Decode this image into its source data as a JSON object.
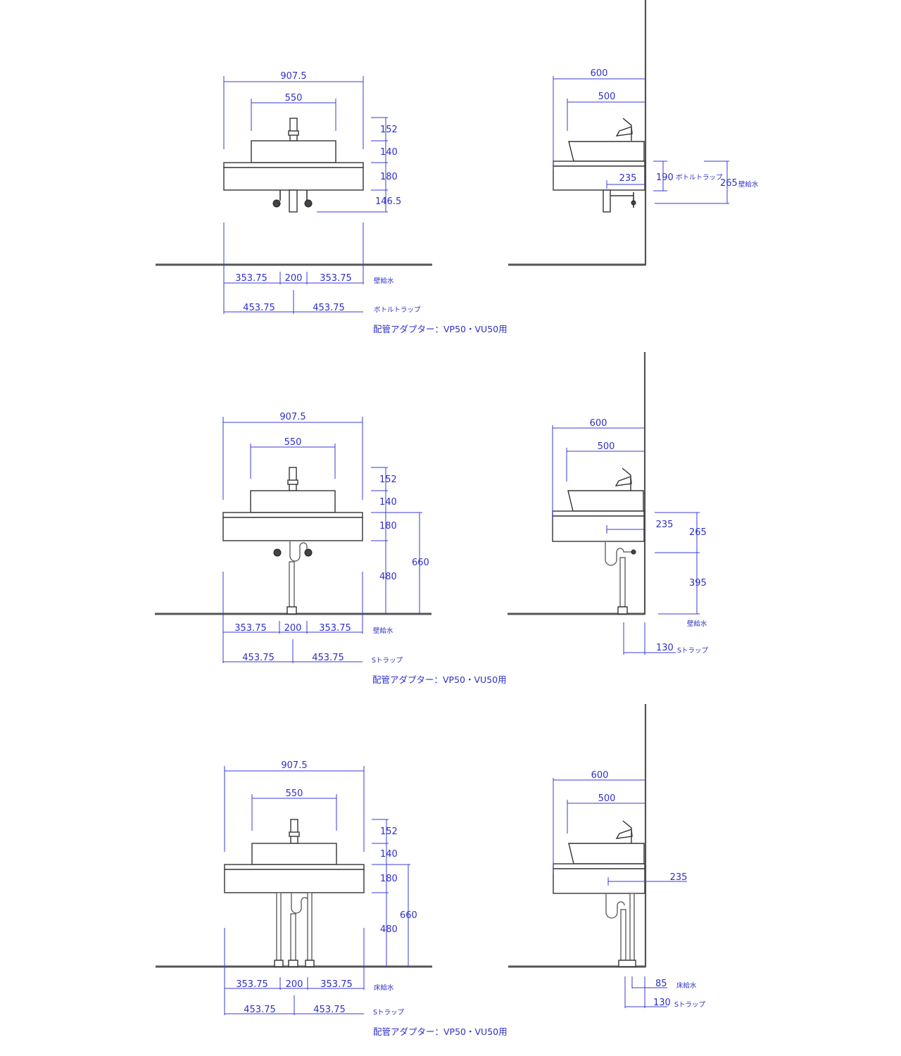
{
  "colors": {
    "dimension": "#2f2fc8",
    "line": "#333333",
    "floor": "#555555",
    "background": "#ffffff"
  },
  "panels": [
    {
      "id": "bottle-trap-wall-supply",
      "front": {
        "width_total": "907.5",
        "bowl_width": "550",
        "h_faucet": "152",
        "h_bowl": "140",
        "h_counter": "180",
        "h_below": "146.5",
        "supply_left": "353.75",
        "supply_center": "200",
        "supply_right": "353.75",
        "supply_label": "壁給水",
        "drain_left": "453.75",
        "drain_right": "453.75",
        "drain_label": "ボトルトラップ",
        "note": "配管アダプター：VP50・VU50用"
      },
      "side": {
        "depth_total": "600",
        "bowl_depth": "500",
        "trap_offset": "235",
        "h_trap": "190",
        "h_trap_label": "ボトルトラップ",
        "h_supply": "265",
        "h_supply_label": "壁給水"
      }
    },
    {
      "id": "s-trap-wall-supply",
      "front": {
        "width_total": "907.5",
        "bowl_width": "550",
        "h_faucet": "152",
        "h_bowl": "140",
        "h_counter": "180",
        "h_below": "480",
        "h_total": "660",
        "supply_left": "353.75",
        "supply_center": "200",
        "supply_right": "353.75",
        "supply_label": "壁給水",
        "drain_left": "453.75",
        "drain_right": "453.75",
        "drain_label": "Sトラップ",
        "note": "配管アダプター：VP50・VU50用"
      },
      "side": {
        "depth_total": "600",
        "bowl_depth": "500",
        "trap_offset": "235",
        "h_upper": "265",
        "h_lower": "395",
        "h_label": "壁給水",
        "floor_offset": "130",
        "floor_offset_label": "Sトラップ"
      }
    },
    {
      "id": "s-trap-floor-supply",
      "front": {
        "width_total": "907.5",
        "bowl_width": "550",
        "h_faucet": "152",
        "h_bowl": "140",
        "h_counter": "180",
        "h_below": "480",
        "h_total": "660",
        "supply_left": "353.75",
        "supply_center": "200",
        "supply_right": "353.75",
        "supply_label": "床給水",
        "drain_left": "453.75",
        "drain_right": "453.75",
        "drain_label": "Sトラップ",
        "note": "配管アダプター：VP50・VU50用"
      },
      "side": {
        "depth_total": "600",
        "bowl_depth": "500",
        "trap_offset": "235",
        "floor_supply_offset": "85",
        "floor_supply_label": "床給水",
        "floor_trap_offset": "130",
        "floor_trap_label": "Sトラップ"
      }
    }
  ]
}
